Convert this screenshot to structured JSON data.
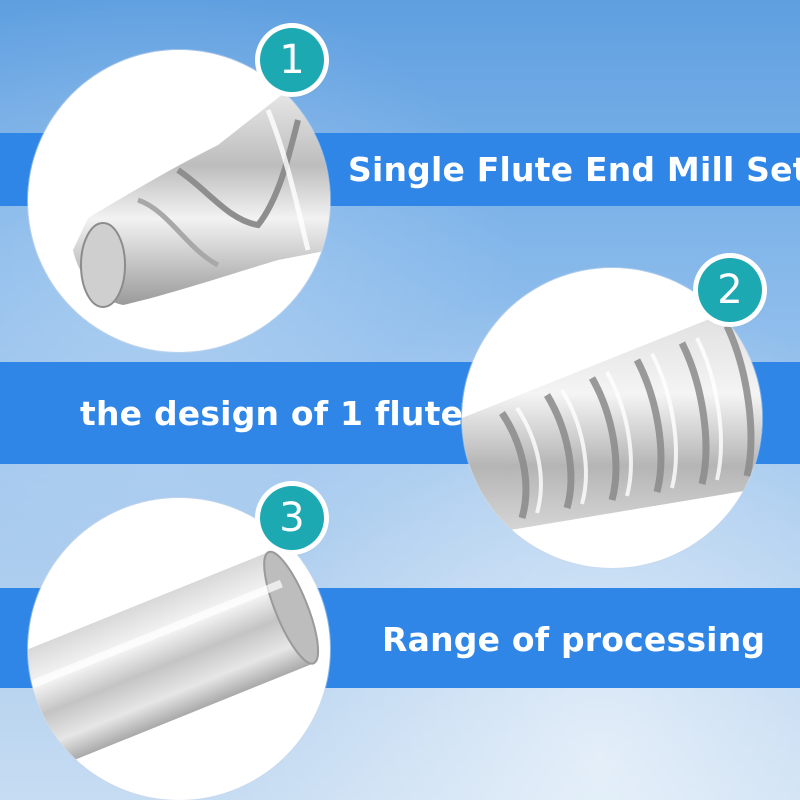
{
  "features": [
    {
      "number": "1",
      "label": "Single Flute End Mill Set"
    },
    {
      "number": "2",
      "label": "the design of 1 flute"
    },
    {
      "number": "3",
      "label": "Range of processing"
    }
  ],
  "colors": {
    "band": "#2f86e6",
    "badge": "#1ca9b2",
    "background_top": "#5f9fe0",
    "background_bottom": "#c6dcf2"
  }
}
